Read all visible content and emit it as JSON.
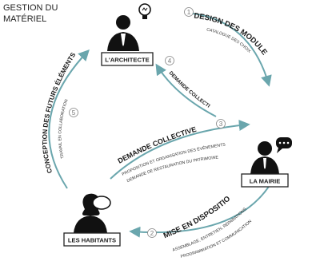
{
  "title_line1": "GESTION DU",
  "title_line2": "MATÉRIEL",
  "actors": {
    "architect": "L'ARCHITECTE",
    "mairie": "LA MAIRIE",
    "habitants": "LES HABITANTS"
  },
  "steps": [
    {
      "number": "1",
      "label": "DESIGN DES MODULES",
      "sublabel": "CATALOGUE DES CHOIX"
    },
    {
      "number": "2",
      "label": "MISE EN DISPOSITION",
      "sublabel_line1": "ASSEMBLAGE, ENTRETIEN, RÉPARATIONS",
      "sublabel_line2": "PROGRAMMATION ET COMMUNICATION"
    },
    {
      "number": "3",
      "label": "DEMANDE COLLECTIVE",
      "sublabel_line1": "PROPOSITION ET ORGANISATION DES ÉVÉNEMENTS",
      "sublabel_line2": "DEMANDE DE RESTAURATION DU PATRIMOINE"
    },
    {
      "number": "4",
      "label": "DEMANDE COLLECTIVE"
    },
    {
      "number": "5",
      "label": "CONCEPTION DES FUTURS ÉLÉMENTS FIXES",
      "sublabel": "TRAVAIL EN COLLABORATION"
    }
  ],
  "colors": {
    "arrow": "#6aa6ad",
    "text": "#222222",
    "icon": "#111111"
  }
}
